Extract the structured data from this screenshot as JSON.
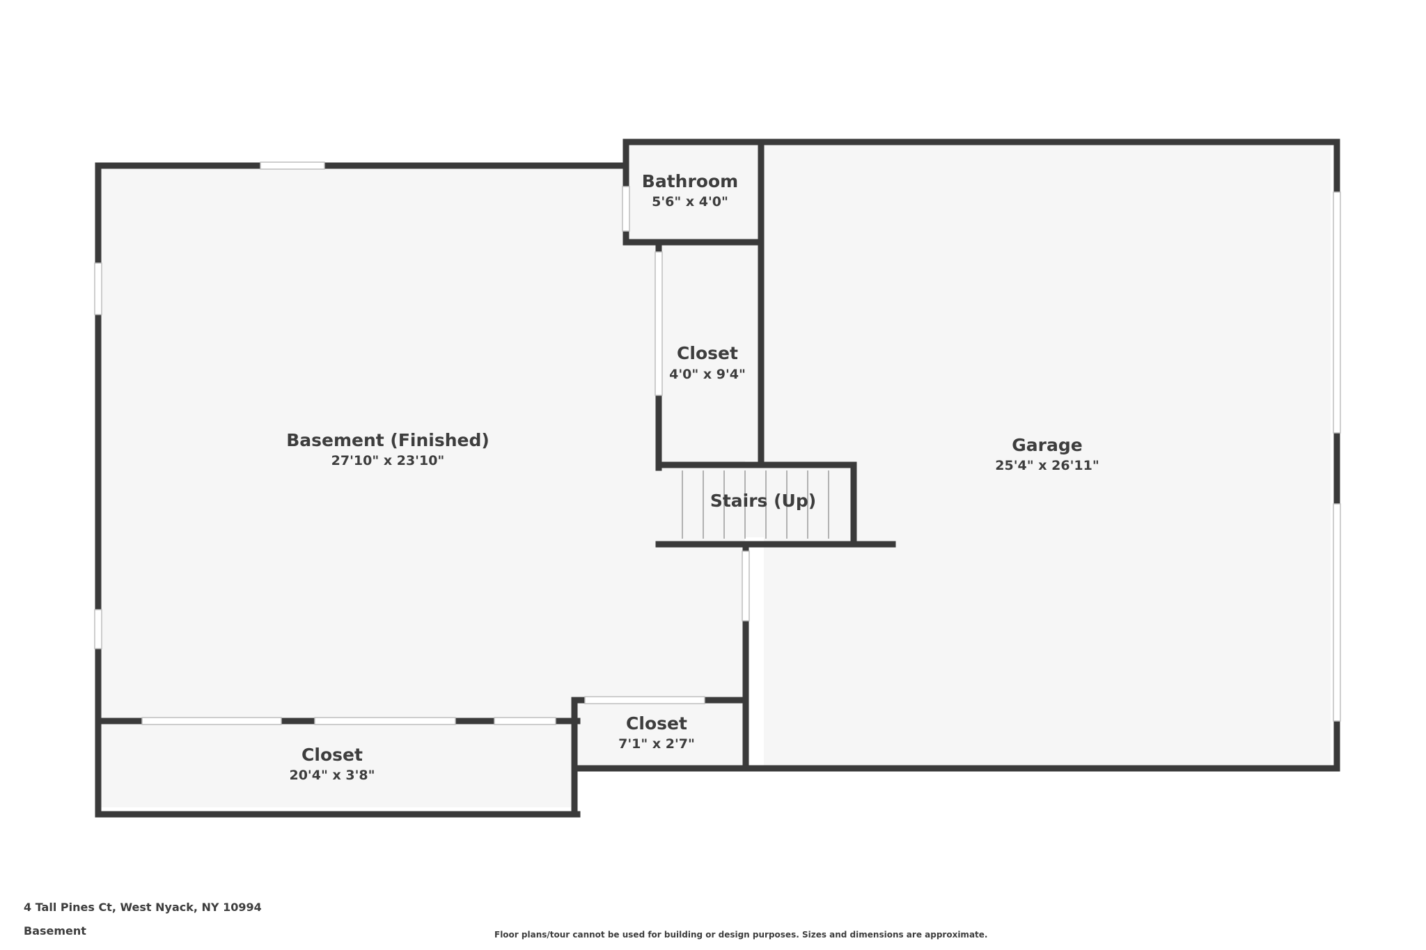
{
  "rooms": {
    "basement": {
      "name": "Basement (Finished)",
      "dimensions": "27'10\" x 23'10\""
    },
    "bathroom": {
      "name": "Bathroom",
      "dimensions": "5'6\" x 4'0\""
    },
    "closet_upper": {
      "name": "Closet",
      "dimensions": "4'0\" x 9'4\""
    },
    "garage": {
      "name": "Garage",
      "dimensions": "25'4\" x 26'11\""
    },
    "stairs": {
      "name": "Stairs (Up)"
    },
    "closet_bottom_left": {
      "name": "Closet",
      "dimensions": "20'4\" x 3'8\""
    },
    "closet_bottom_mid": {
      "name": "Closet",
      "dimensions": "7'1\" x 2'7\""
    }
  },
  "footer": {
    "address": "4 Tall Pines Ct, West Nyack, NY 10994",
    "level": "Basement",
    "disclaimer": "Floor plans/tour cannot be used for building or design purposes. Sizes and dimensions are approximate."
  },
  "colors": {
    "wall": "#3a3a3a",
    "floor": "#f6f6f6",
    "text": "#3d3d3d",
    "background": "#ffffff"
  }
}
